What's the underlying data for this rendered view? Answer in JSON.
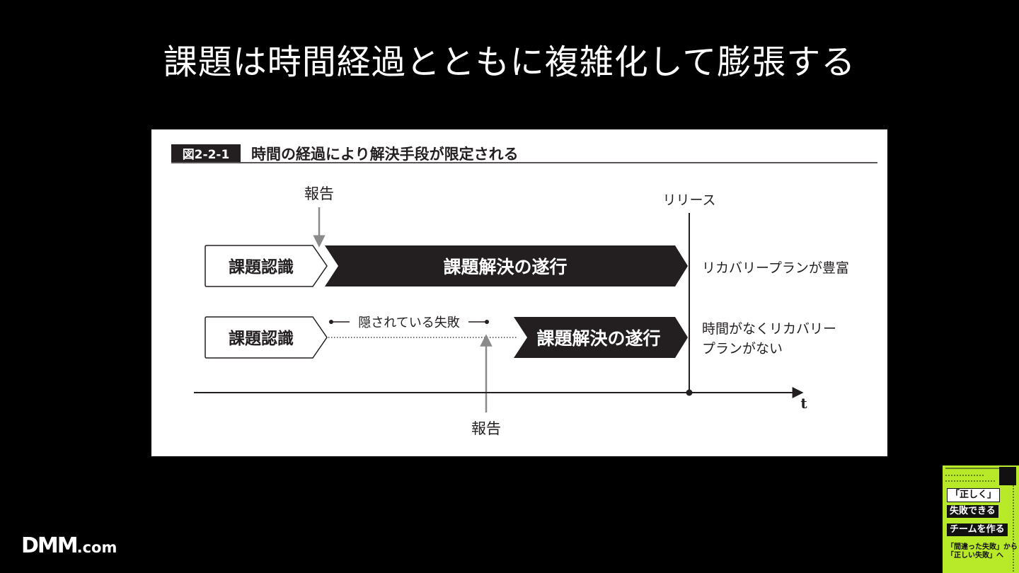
{
  "slide": {
    "title": "課題は時間経過とともに複雑化して膨張する"
  },
  "figure": {
    "label": "図2-2-1",
    "caption": "時間の経過により解決手段が限定される",
    "report_top": "報告",
    "report_bottom": "報告",
    "release": "リリース",
    "axis_t": "t",
    "row1": {
      "recognition": "課題認識",
      "execution": "課題解決の遂行",
      "outcome": "リカバリープランが豊富"
    },
    "row2": {
      "recognition": "課題認識",
      "hidden_failure": "隠されている失敗",
      "execution": "課題解決の遂行",
      "outcome_line1": "時間がなくリカバリー",
      "outcome_line2": "プランがない"
    }
  },
  "footer": {
    "logo_brand": "DMM",
    "logo_tld": ".com"
  },
  "book": {
    "line1": "「正しく」",
    "line2": "失敗できる",
    "line3": "チームを作る",
    "sub1": "「間違った失敗」から",
    "sub2": "「正しい失敗」へ"
  },
  "colors": {
    "background": "#000000",
    "panel": "#ffffff",
    "dark_shape": "#231f20",
    "arrow_gray": "#8a8a8a",
    "book_green": "#b9ea2a"
  }
}
